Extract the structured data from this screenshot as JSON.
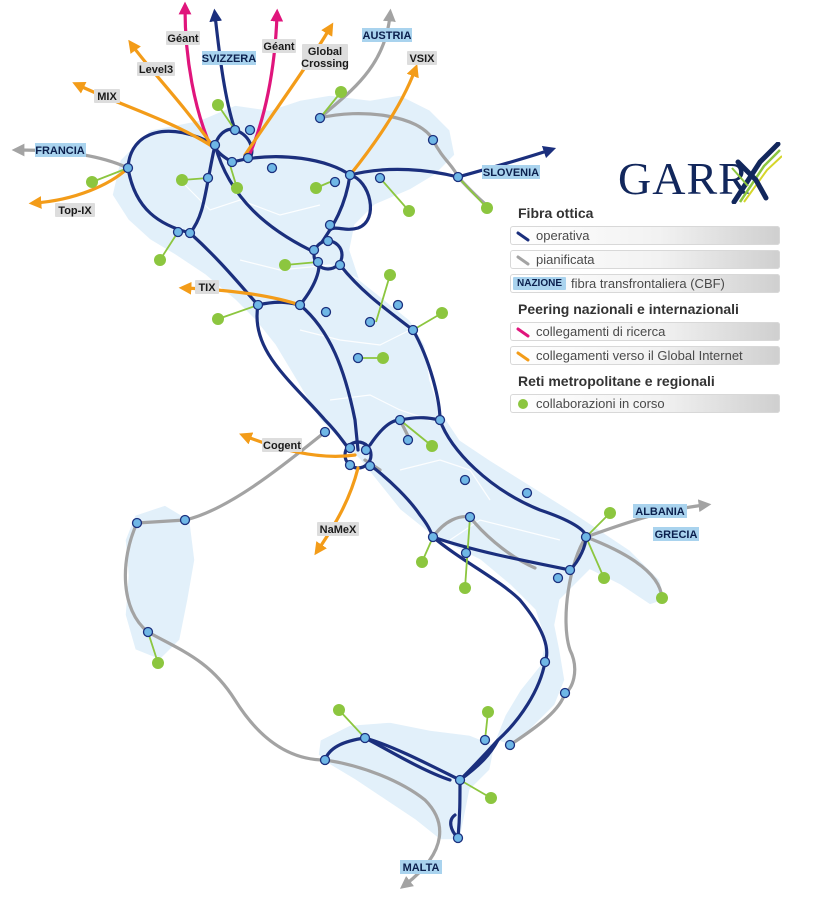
{
  "logo": {
    "text": "GARR"
  },
  "legend": {
    "fibra": {
      "heading": "Fibra ottica",
      "operativa": "operativa",
      "pianificata": "pianificata",
      "nazione_tag": "NAZIONE",
      "cbf": "fibra transfrontaliera (CBF)"
    },
    "peering": {
      "heading": "Peering nazionali e internazionali",
      "ricerca": "collegamenti di ricerca",
      "global": "collegamenti verso il Global Internet"
    },
    "reti": {
      "heading": "Reti metropolitane e regionali",
      "collab": "collaborazioni in corso"
    }
  },
  "labels": {
    "countries": {
      "svizzera": "SVIZZERA",
      "austria": "AUSTRIA",
      "francia": "FRANCIA",
      "slovenia": "SLOVENIA",
      "albania": "ALBANIA",
      "grecia": "GRECIA",
      "malta": "MALTA"
    },
    "peers": {
      "geant1": "Géant",
      "geant2": "Géant",
      "global": "Global",
      "crossing": "Crossing",
      "level3": "Level3",
      "mix": "MIX",
      "vsix": "VSIX",
      "topix": "Top-IX",
      "tix": "TIX",
      "cogent": "Cogent",
      "namex": "NaMeX"
    }
  },
  "colors": {
    "operativa": "#1b2f7d",
    "pianificata": "#a3a3a3",
    "ricerca": "#e0157c",
    "global": "#f39c19",
    "collab": "#8cc63f",
    "node": "#6fb7e6",
    "land": "#e2f0fa",
    "tag": "#a9d3ee"
  }
}
